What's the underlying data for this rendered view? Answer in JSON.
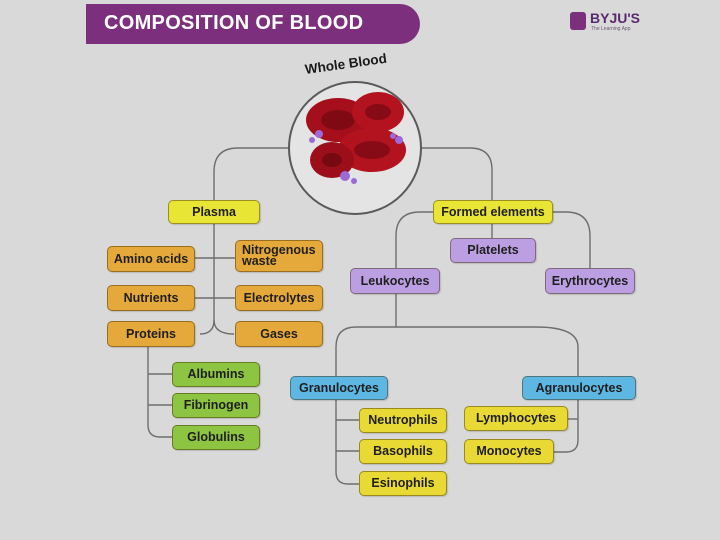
{
  "title": "COMPOSITION OF BLOOD",
  "logo": {
    "name": "BYJU'S",
    "tagline": "The Learning App"
  },
  "root": {
    "label": "Whole Blood"
  },
  "plasma": {
    "label": "Plasma",
    "components": [
      "Amino acids",
      "Nitrogenous waste",
      "Nutrients",
      "Electrolytes",
      "Proteins",
      "Gases"
    ],
    "proteins": [
      "Albumins",
      "Fibrinogen",
      "Globulins"
    ]
  },
  "formed": {
    "label": "Formed elements",
    "platelets": "Platelets",
    "leukocytes": "Leukocytes",
    "erythrocytes": "Erythrocytes",
    "granulocytes": {
      "label": "Granulocytes",
      "items": [
        "Neutrophils",
        "Basophils",
        "Esinophils"
      ]
    },
    "agranulocytes": {
      "label": "Agranulocytes",
      "items": [
        "Lymphocytes",
        "Monocytes"
      ]
    }
  },
  "colors": {
    "title_bar": "#7b2f7d",
    "level1": "#e9e535",
    "plasma_items": "#e5a83a",
    "proteins": "#8dc441",
    "formed_items": "#bb9fe2",
    "leukocyte_types": "#5db7e2",
    "leukocyte_items": "#e8d934",
    "red_cells": "#b3121f"
  }
}
